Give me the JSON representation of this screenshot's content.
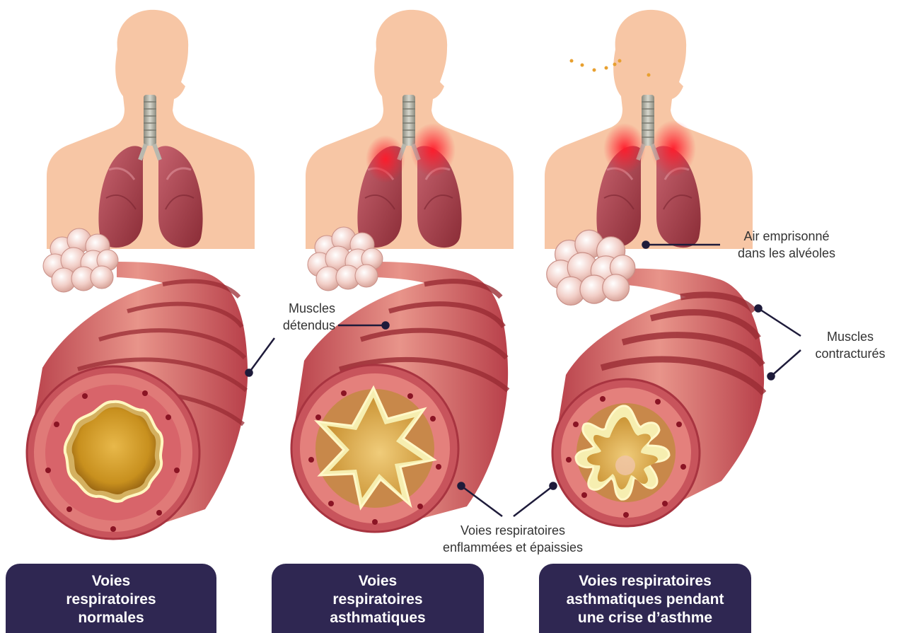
{
  "labels": {
    "muscles_relaxed": [
      "Muscles",
      "détendus"
    ],
    "trapped_air": [
      "Air emprisonné",
      "dans les alvéoles"
    ],
    "muscles_contracted": [
      "Muscles",
      "contracturés"
    ],
    "inflamed_airways": [
      "Voies respiratoires",
      "enflammées et épaissies"
    ]
  },
  "panels": [
    {
      "lines": [
        "Voies",
        "respiratoires",
        "normales"
      ]
    },
    {
      "lines": [
        "Voies",
        "respiratoires",
        "asthmatiques"
      ]
    },
    {
      "lines": [
        "Voies respiratoires",
        "asthmatiques pendant",
        "une crise d’asthme"
      ]
    }
  ],
  "colors": {
    "skin": "#f7c6a5",
    "lung": "#a8404a",
    "inflammation": "#e8192c",
    "airway": "#c8545c",
    "airway_light": "#e8a08c",
    "lumen": "#c8901e",
    "panel": "#2f2752",
    "leader": "#1e1b3a"
  }
}
